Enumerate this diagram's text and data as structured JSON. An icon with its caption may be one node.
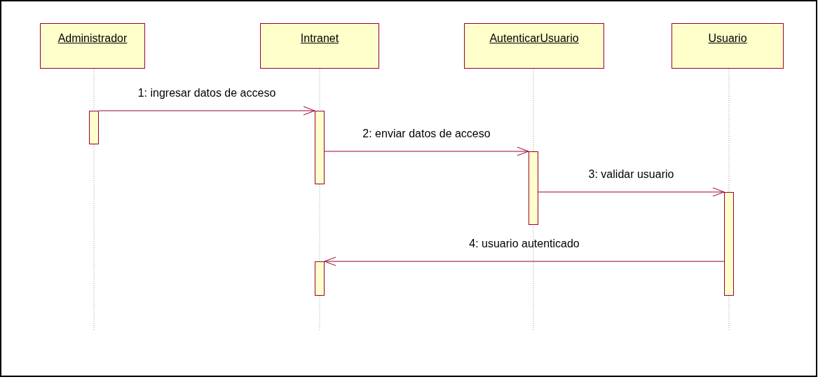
{
  "diagram": {
    "nodes": [
      {
        "text": [
          "Administrador"
        ]
      },
      {
        "text": [
          "Intranet"
        ]
      },
      {
        "text": [
          "AutenticarUsuario"
        ]
      },
      {
        "text": [
          "Usuario"
        ]
      },
      {
        "text": [],
        "shape": "bar"
      },
      {
        "text": [],
        "shape": "bar"
      },
      {
        "text": [],
        "shape": "bar"
      },
      {
        "text": [],
        "shape": "bar"
      },
      {
        "text": [],
        "shape": "bar"
      }
    ],
    "edges": [
      {
        "from": 4,
        "to": 5,
        "arrow": "to",
        "label": "1: ingresar datos de acceso"
      },
      {
        "from": 5,
        "to": 6,
        "arrow": "to",
        "label": "2: enviar datos de acceso"
      },
      {
        "from": 6,
        "to": 7,
        "arrow": "to",
        "label": "3: validar usuario"
      },
      {
        "from": 7,
        "to": 8,
        "arrow": "to",
        "label": "4: usuario autenticado"
      }
    ]
  }
}
